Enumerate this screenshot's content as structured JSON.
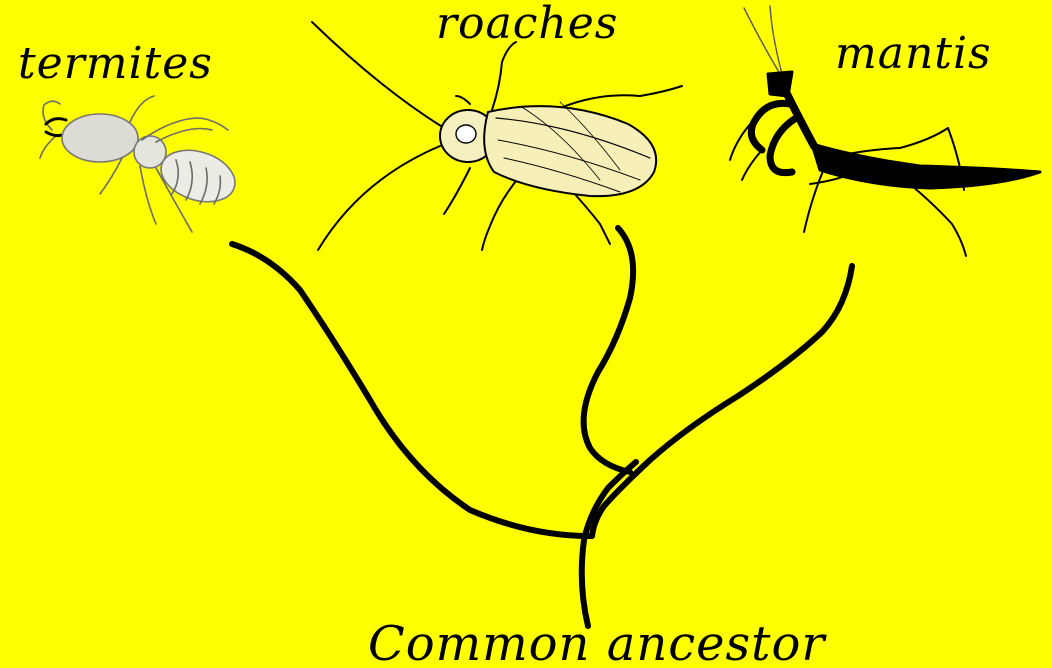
{
  "diagram": {
    "background_color": "#ffff00",
    "branch_color": "#000000",
    "taxa": [
      {
        "id": "termites",
        "label": "termites",
        "icon": "termite-icon"
      },
      {
        "id": "roaches",
        "label": "roaches",
        "icon": "cockroach-icon"
      },
      {
        "id": "mantis",
        "label": "mantis",
        "icon": "mantis-icon"
      }
    ],
    "root_label": "Common ancestor"
  }
}
